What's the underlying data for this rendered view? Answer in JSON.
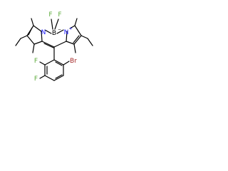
{
  "molecule": {
    "atoms": {
      "f_left": "F",
      "f_right": "F",
      "boron": "B",
      "boron_charge": "−",
      "n_left": "N",
      "n_right": "N",
      "n_right_charge": "+",
      "bromine": "Br",
      "f_ring_upper": "F",
      "f_ring_lower": "F"
    },
    "colors": {
      "bond": "#000000",
      "nitrogen": "#2020ff",
      "fluorine": "#5dab3c",
      "bromine": "#a52a2a",
      "boron": "#000000"
    }
  }
}
